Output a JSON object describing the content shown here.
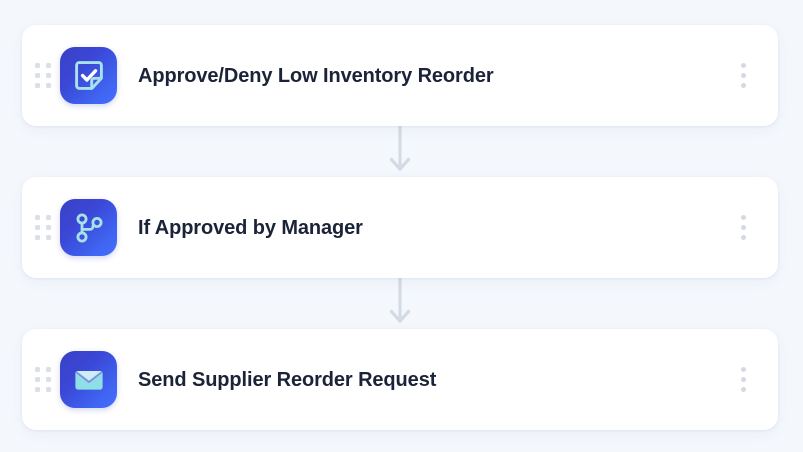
{
  "theme": {
    "page_background": "#f4f8fd",
    "card_background": "#ffffff",
    "title_color": "#1b2338",
    "icon_gradient_from": "#3840c4",
    "icon_gradient_to": "#4470fb",
    "icon_glyph_color": "#a8e4e8",
    "handle_dot_color": "#dcdfe8",
    "kebab_dot_color": "#d5d9e3",
    "connector_color": "#d3dae4"
  },
  "workflow": {
    "nodes": [
      {
        "title": "Approve/Deny Low Inventory Reorder",
        "icon": "approval-checklist-icon",
        "drag_handle": "drag-handle-icon",
        "menu": "more-options-icon"
      },
      {
        "title": "If Approved by Manager",
        "icon": "branch-condition-icon",
        "drag_handle": "drag-handle-icon",
        "menu": "more-options-icon"
      },
      {
        "title": "Send Supplier Reorder Request",
        "icon": "email-envelope-icon",
        "drag_handle": "drag-handle-icon",
        "menu": "more-options-icon"
      }
    ],
    "connectors": [
      {
        "icon": "arrow-down-icon"
      },
      {
        "icon": "arrow-down-icon"
      }
    ]
  }
}
